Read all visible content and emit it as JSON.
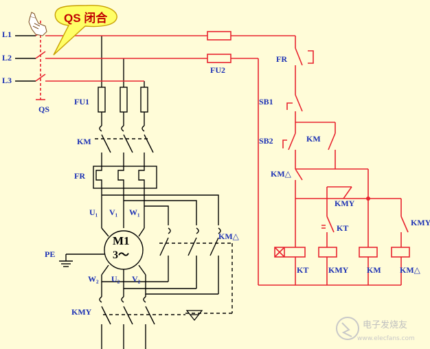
{
  "callout": {
    "text": "QS 闭合",
    "bubble_color": "#ffff66",
    "border_color": "#c8a000"
  },
  "colors": {
    "main_circuit": "#000000",
    "control_circuit": "#e8222e",
    "label": "#1a2fb4",
    "background": "#fffcd8",
    "dashed_link": "#000000"
  },
  "icons": [
    "pointing-hand-icon",
    "ground-icon",
    "watermark-logo-icon"
  ],
  "labels": {
    "l1": "L1",
    "l2": "L2",
    "l3": "L3",
    "qs": "QS",
    "fu1": "FU1",
    "fu2": "FU2",
    "km_main": "KM",
    "fr_main": "FR",
    "u1": "U₁",
    "v1": "V₁",
    "w1": "W₁",
    "motor_line1": "M1",
    "motor_line2": "3～",
    "pe": "PE",
    "w2": "W₂",
    "u2": "U₂",
    "v2": "V₂",
    "km_delta_main": "KM△",
    "kmy_main": "KMY",
    "fr_ctrl": "FR",
    "sb1": "SB1",
    "sb2": "SB2",
    "km_ctrl": "KM",
    "km_delta_ctrl": "KM△",
    "kmy_ctrl": "KMY",
    "kt_ctrl": "KT",
    "kmy_right": "KMY",
    "coil_kt": "KT",
    "coil_kmy": "KMY",
    "coil_km": "KM",
    "coil_kmdelta": "KM△"
  },
  "watermark": {
    "brand": "电子发烧友",
    "url": "www.elecfans.com"
  }
}
